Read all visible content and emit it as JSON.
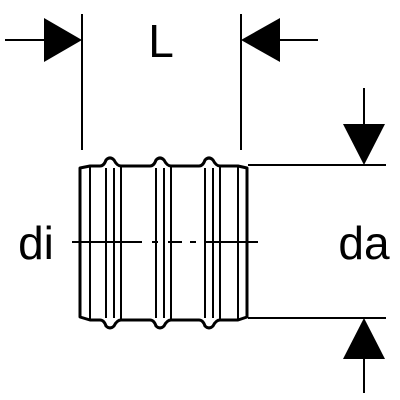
{
  "labels": {
    "length": "L",
    "inner_diameter": "di",
    "outer_diameter": "da"
  },
  "colors": {
    "line": "#000000",
    "background": "#ffffff"
  }
}
